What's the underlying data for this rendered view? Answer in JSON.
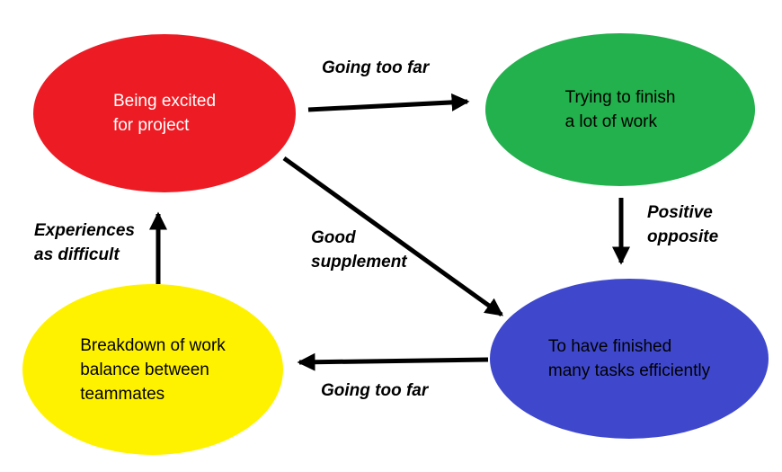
{
  "colors": {
    "red_node": "#ed1c24",
    "green_node": "#22b14c",
    "blue_node": "#3f48cc",
    "yellow_node": "#fff200",
    "arrow": "#000000",
    "red_node_text": "#ffffff",
    "default_text": "#000000"
  },
  "nodes": {
    "excited": {
      "lines": [
        "Being excited",
        "for project"
      ]
    },
    "trying": {
      "lines": [
        "Trying to finish",
        "a lot of work"
      ]
    },
    "finished": {
      "lines": [
        "To have finished",
        "many tasks efficiently"
      ]
    },
    "breakdown": {
      "lines": [
        "Breakdown of work",
        "balance between",
        "teammates"
      ]
    }
  },
  "edges": {
    "top": {
      "label": "Going too far"
    },
    "right": {
      "lines": [
        "Positive",
        "opposite"
      ]
    },
    "diagonal": {
      "lines": [
        "Good",
        "supplement"
      ]
    },
    "bottom": {
      "label": "Going too far"
    },
    "left": {
      "lines": [
        "Experiences",
        "as difficult"
      ]
    }
  }
}
